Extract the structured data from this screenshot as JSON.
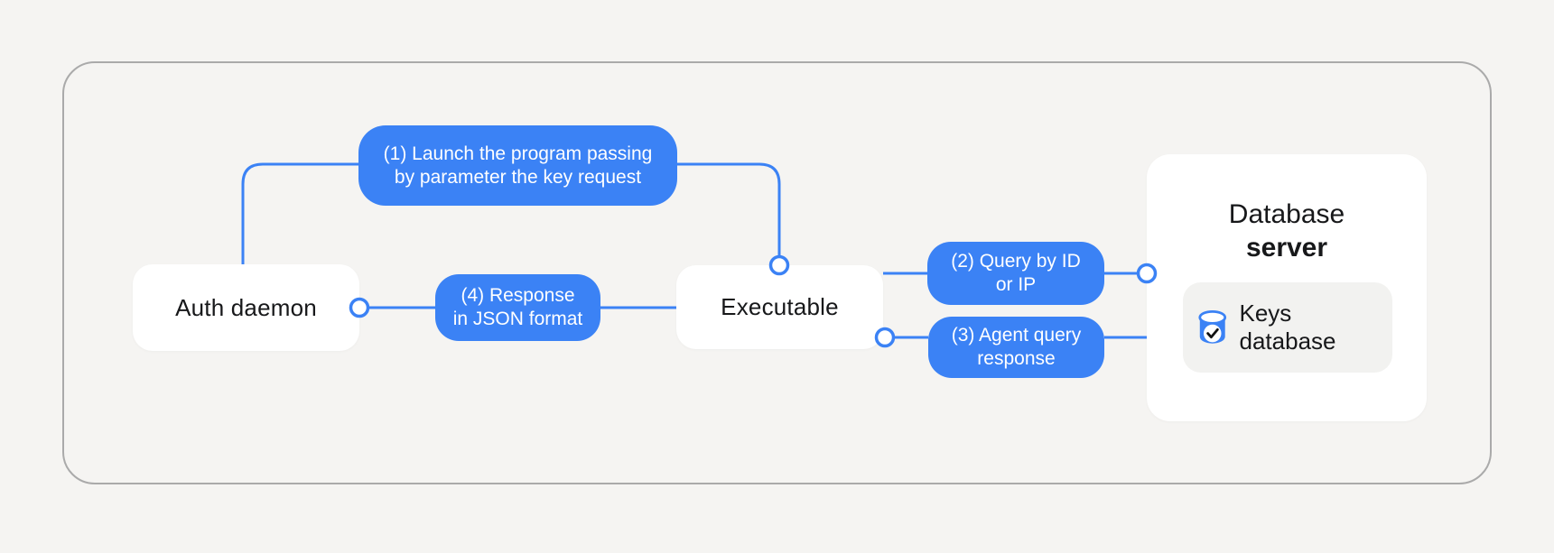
{
  "colors": {
    "accent_blue": "#3b82f5",
    "panel_border": "#aaaaaa",
    "page_background": "#f5f4f2",
    "card_background": "#ffffff",
    "inner_card_background": "#f2f2f0",
    "text_dark": "#17181a",
    "pill_text": "#ffffff"
  },
  "nodes": {
    "auth_daemon": {
      "label": "Auth daemon"
    },
    "executable": {
      "label": "Executable"
    },
    "database_server": {
      "title": "Database",
      "subtitle": "server",
      "keys_database": {
        "label": "Keys database",
        "icon": "database-check-icon"
      }
    }
  },
  "steps": {
    "step1": {
      "label": "(1) Launch the program passing\nby parameter the key request"
    },
    "step2": {
      "label": "(2) Query by ID\nor IP"
    },
    "step3": {
      "label": "(3) Agent query\nresponse"
    },
    "step4": {
      "label": "(4) Response\nin JSON format"
    }
  }
}
